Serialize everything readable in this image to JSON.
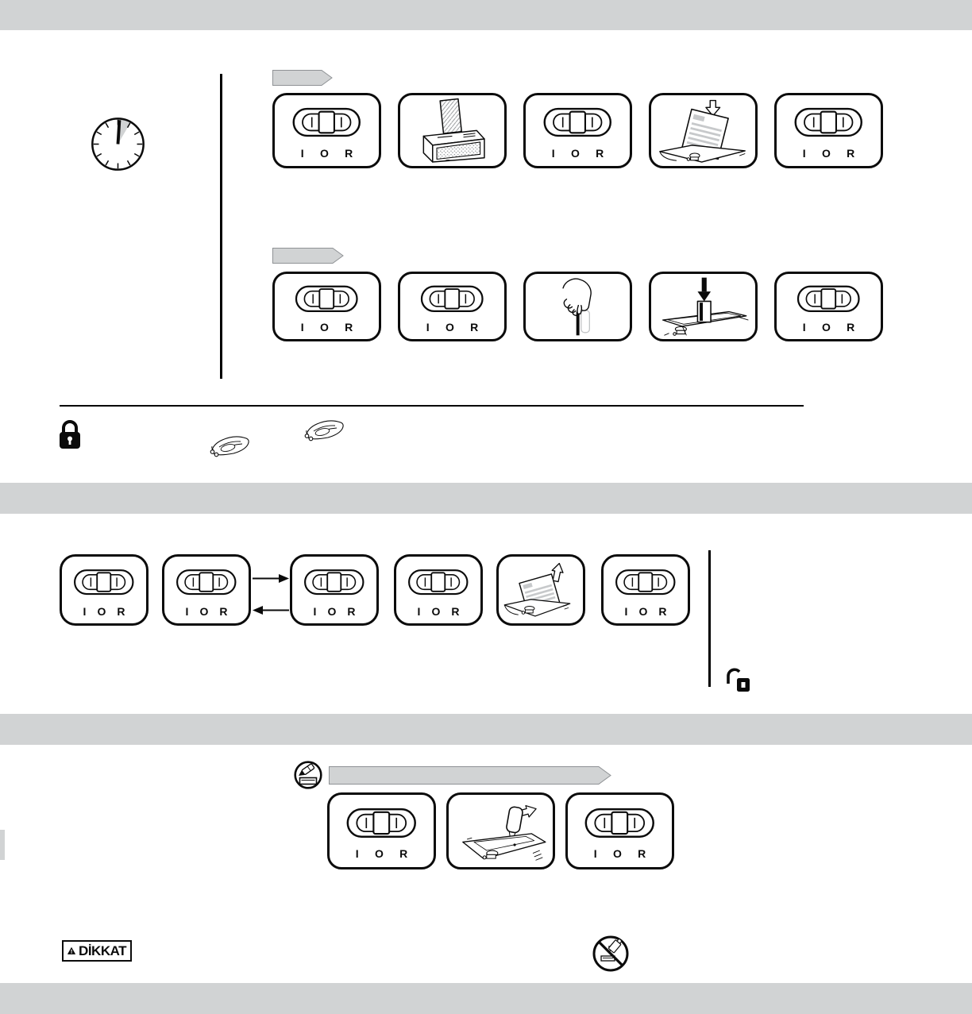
{
  "colors": {
    "band_gray": "#d1d3d4",
    "arrow_fill": "#d1d3d4",
    "arrow_stroke": "#8f9295",
    "ink": "#000000",
    "paper_line_gray": "#c7c9cb"
  },
  "switch_panel": {
    "labels": [
      "I",
      "O",
      "R"
    ]
  },
  "warning_box": {
    "label": "DİKKAT"
  },
  "icons": {
    "clock": "clock-icon",
    "lock_closed": "lock-closed-icon",
    "lock_open": "lock-open-icon",
    "oil_pen_circle": "oil-pen-circle-icon",
    "no_spray": "no-spray-prohibition-icon",
    "warning_triangle": "warning-triangle-icon",
    "step_arrow": "gray-step-arrow-icon"
  }
}
